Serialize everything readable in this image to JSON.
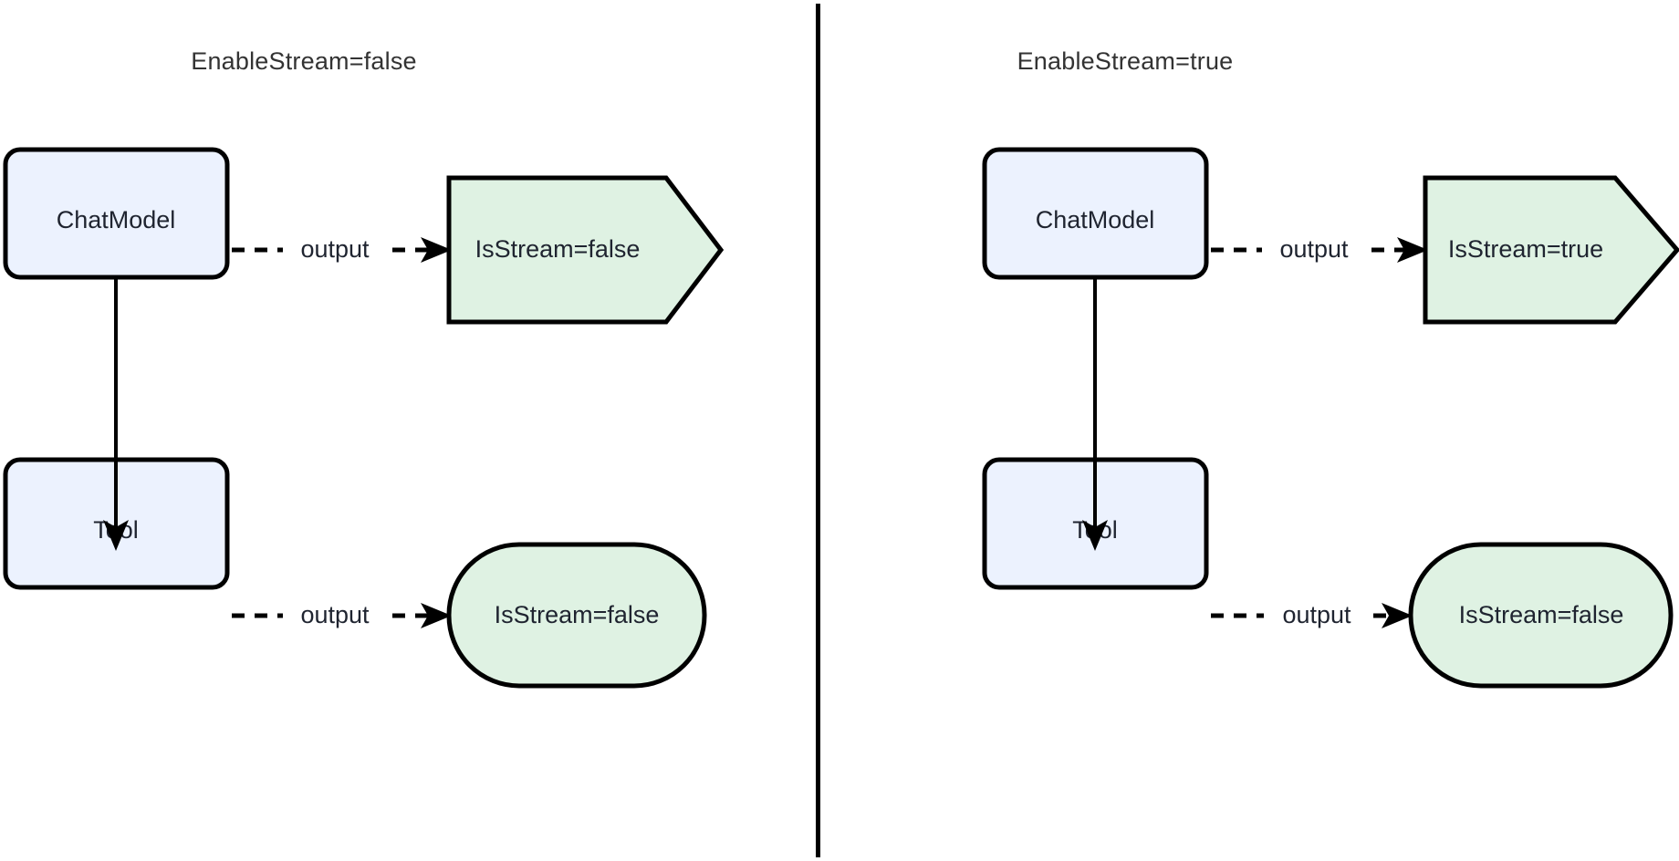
{
  "diagram": {
    "title_left": "EnableStream=false",
    "title_right": "EnableStream=true",
    "colors": {
      "process_fill": "#ECF2FE",
      "result_fill": "#DFF2E3",
      "stroke": "#000000",
      "text": "#1f2430",
      "title_text": "#333333",
      "background": "#ffffff"
    },
    "panels": [
      {
        "id": "left",
        "title": "EnableStream=false",
        "nodes": {
          "chat_model": "ChatModel",
          "tool": "Tool",
          "chat_result": "IsStream=false",
          "tool_result": "IsStream=false"
        },
        "edges": {
          "chat_to_result": "output",
          "tool_to_result": "output",
          "chat_to_tool": ""
        }
      },
      {
        "id": "right",
        "title": "EnableStream=true",
        "nodes": {
          "chat_model": "ChatModel",
          "tool": "Tool",
          "chat_result": "IsStream=true",
          "tool_result": "IsStream=false"
        },
        "edges": {
          "chat_to_result": "output",
          "tool_to_result": "output",
          "chat_to_tool": ""
        }
      }
    ]
  }
}
